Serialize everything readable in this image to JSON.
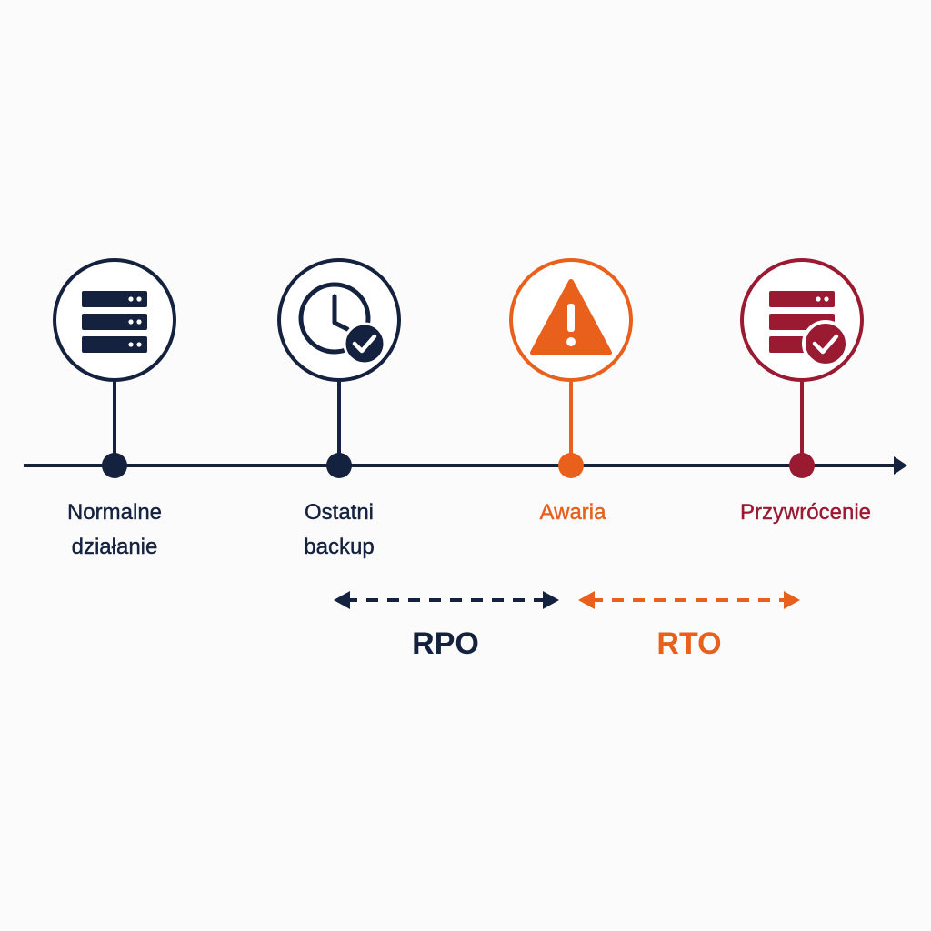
{
  "colors": {
    "navy": "#14223f",
    "orange": "#e8601c",
    "maroon": "#9a1a32",
    "background": "#fbfbfb"
  },
  "timeline": {
    "stages": [
      {
        "label_line1": "Normalne",
        "label_line2": "działanie",
        "icon": "server-icon",
        "color": "navy"
      },
      {
        "label_line1": "Ostatni",
        "label_line2": "backup",
        "icon": "clock-check-icon",
        "color": "navy"
      },
      {
        "label_line1": "Awaria",
        "label_line2": "",
        "icon": "warning-icon",
        "color": "orange"
      },
      {
        "label_line1": "Przywrócenie",
        "label_line2": "",
        "icon": "server-check-icon",
        "color": "maroon"
      }
    ]
  },
  "intervals": {
    "rpo": {
      "label": "RPO",
      "from_stage": 1,
      "to_stage": 2,
      "color": "navy",
      "style": "dashed"
    },
    "rto": {
      "label": "RTO",
      "from_stage": 2,
      "to_stage": 3,
      "color": "orange",
      "style": "dashed"
    }
  }
}
